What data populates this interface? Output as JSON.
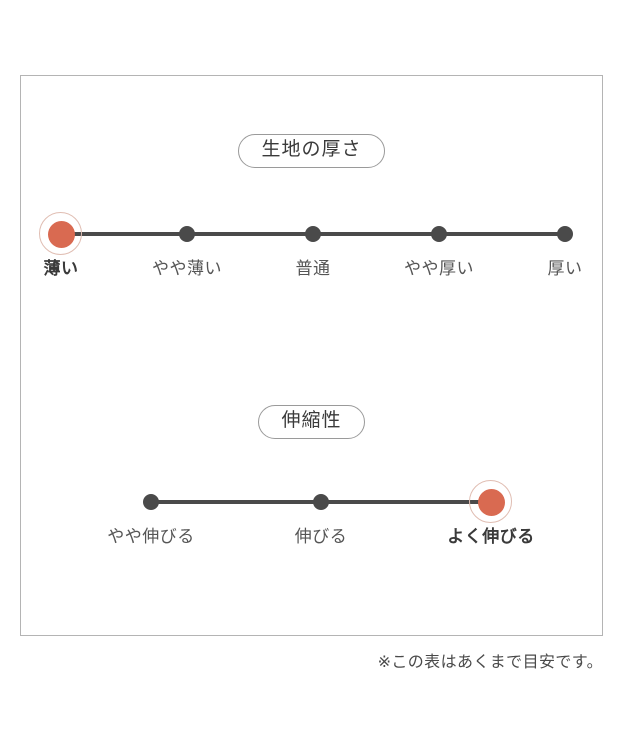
{
  "card": {
    "border_color": "#b4b4b4",
    "background": "#ffffff"
  },
  "colors": {
    "accent": "#d96a51",
    "accent_ring": "#e0bdb2",
    "dot": "#4a4a4a",
    "track": "#4a4a4a",
    "text": "#555555",
    "pill_border": "#9a9a9a"
  },
  "scales": [
    {
      "id": "fabric-thickness",
      "title": "生地の厚さ",
      "selected_index": 0,
      "steps": [
        {
          "label": "薄い",
          "selected": true
        },
        {
          "label": "やや薄い",
          "selected": false
        },
        {
          "label": "普通",
          "selected": false
        },
        {
          "label": "やや厚い",
          "selected": false
        },
        {
          "label": "厚い",
          "selected": false
        }
      ]
    },
    {
      "id": "stretchiness",
      "title": "伸縮性",
      "selected_index": 2,
      "steps": [
        {
          "label": "やや伸びる",
          "selected": false
        },
        {
          "label": "伸びる",
          "selected": false
        },
        {
          "label": "よく伸びる",
          "selected": true
        }
      ]
    }
  ],
  "footnote": "※この表はあくまで目安です。"
}
